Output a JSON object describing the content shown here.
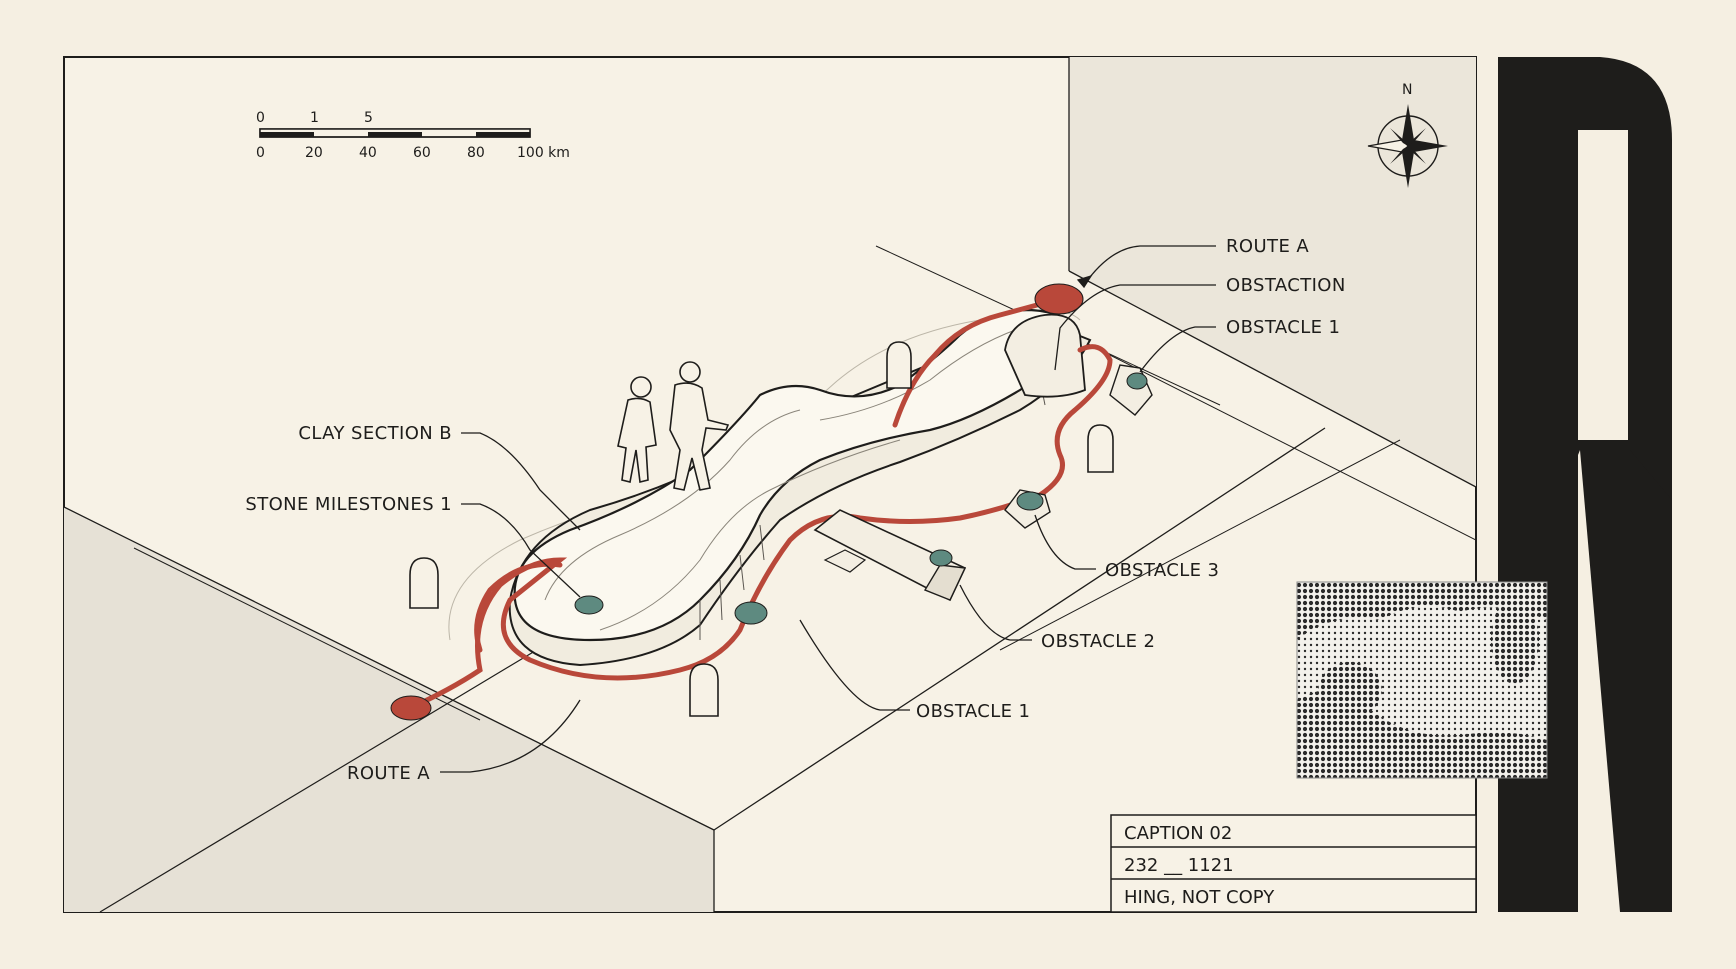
{
  "scale_bar": {
    "top_ticks": [
      "0",
      "1",
      "5"
    ],
    "bottom_ticks": [
      "0",
      "20",
      "40",
      "60",
      "80",
      "100 km"
    ]
  },
  "compass": {
    "north": "N"
  },
  "labels": {
    "route_a_top": "ROUTE A",
    "obstaction": "OBSTACTION",
    "obstacle_1_top": "OBSTACLE 1",
    "clay_section_b": "CLAY SECTION B",
    "stone_milestones": "STONE MILESTONES 1",
    "obstacle_3": "OBSTACLE 3",
    "obstacle_2": "OBSTACLE 2",
    "obstacle_1_bottom": "OBSTACLE 1",
    "route_a_bottom": "ROUTE A"
  },
  "caption": {
    "line1": "CAPTION 02",
    "line2": "232 __ 1121",
    "line3": "HING, NOT COPY"
  },
  "colors": {
    "paper": "#f5efe2",
    "route": "#b9483a",
    "obstacle_marker": "#5e8a80",
    "ink": "#1e1d1b",
    "wall_shade": "#e6e1d6"
  }
}
